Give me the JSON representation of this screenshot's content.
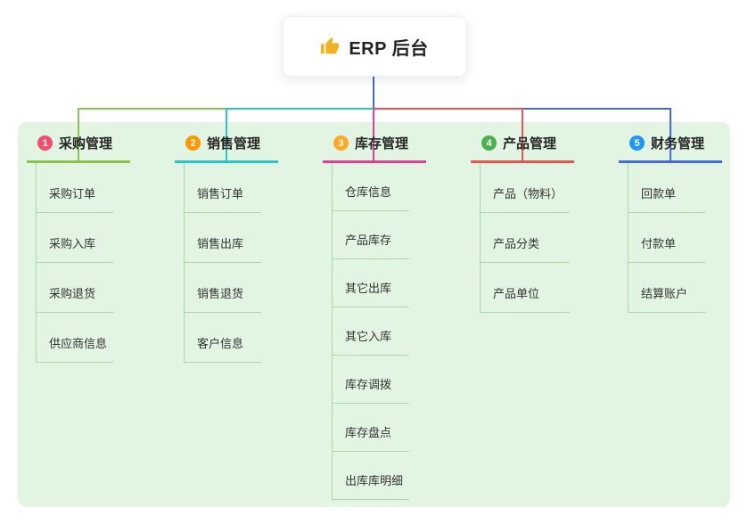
{
  "root": {
    "title": "ERP 后台",
    "icon": "thumbs-up"
  },
  "branches": [
    {
      "num": "1",
      "label": "采购管理",
      "badge_color": "#f0506e",
      "line_color": "#8bc34a",
      "children": [
        "采购订单",
        "采购入库",
        "采购退货",
        "供应商信息"
      ]
    },
    {
      "num": "2",
      "label": "销售管理",
      "badge_color": "#ff9800",
      "line_color": "#26c6ca",
      "children": [
        "销售订单",
        "销售出库",
        "销售退货",
        "客户信息"
      ]
    },
    {
      "num": "3",
      "label": "库存管理",
      "badge_color": "#ffa726",
      "line_color": "#e23e96",
      "children": [
        "仓库信息",
        "产品库存",
        "其它出库",
        "其它入库",
        "库存调拨",
        "库存盘点",
        "出库库明细"
      ]
    },
    {
      "num": "4",
      "label": "产品管理",
      "badge_color": "#4caf50",
      "line_color": "#ef5350",
      "children": [
        "产品（物料）",
        "产品分类",
        "产品单位"
      ]
    },
    {
      "num": "5",
      "label": "财务管理",
      "badge_color": "#2196f3",
      "line_color": "#4169e1",
      "children": [
        "回款单",
        "付款单",
        "结算账户"
      ]
    }
  ],
  "colors": {
    "panel_bg": "#e2f4e2",
    "child_line": "#a9d7a9",
    "root_line": "#4169e1",
    "thumb_icon": "#f2b01e",
    "node_text": "#333333"
  }
}
